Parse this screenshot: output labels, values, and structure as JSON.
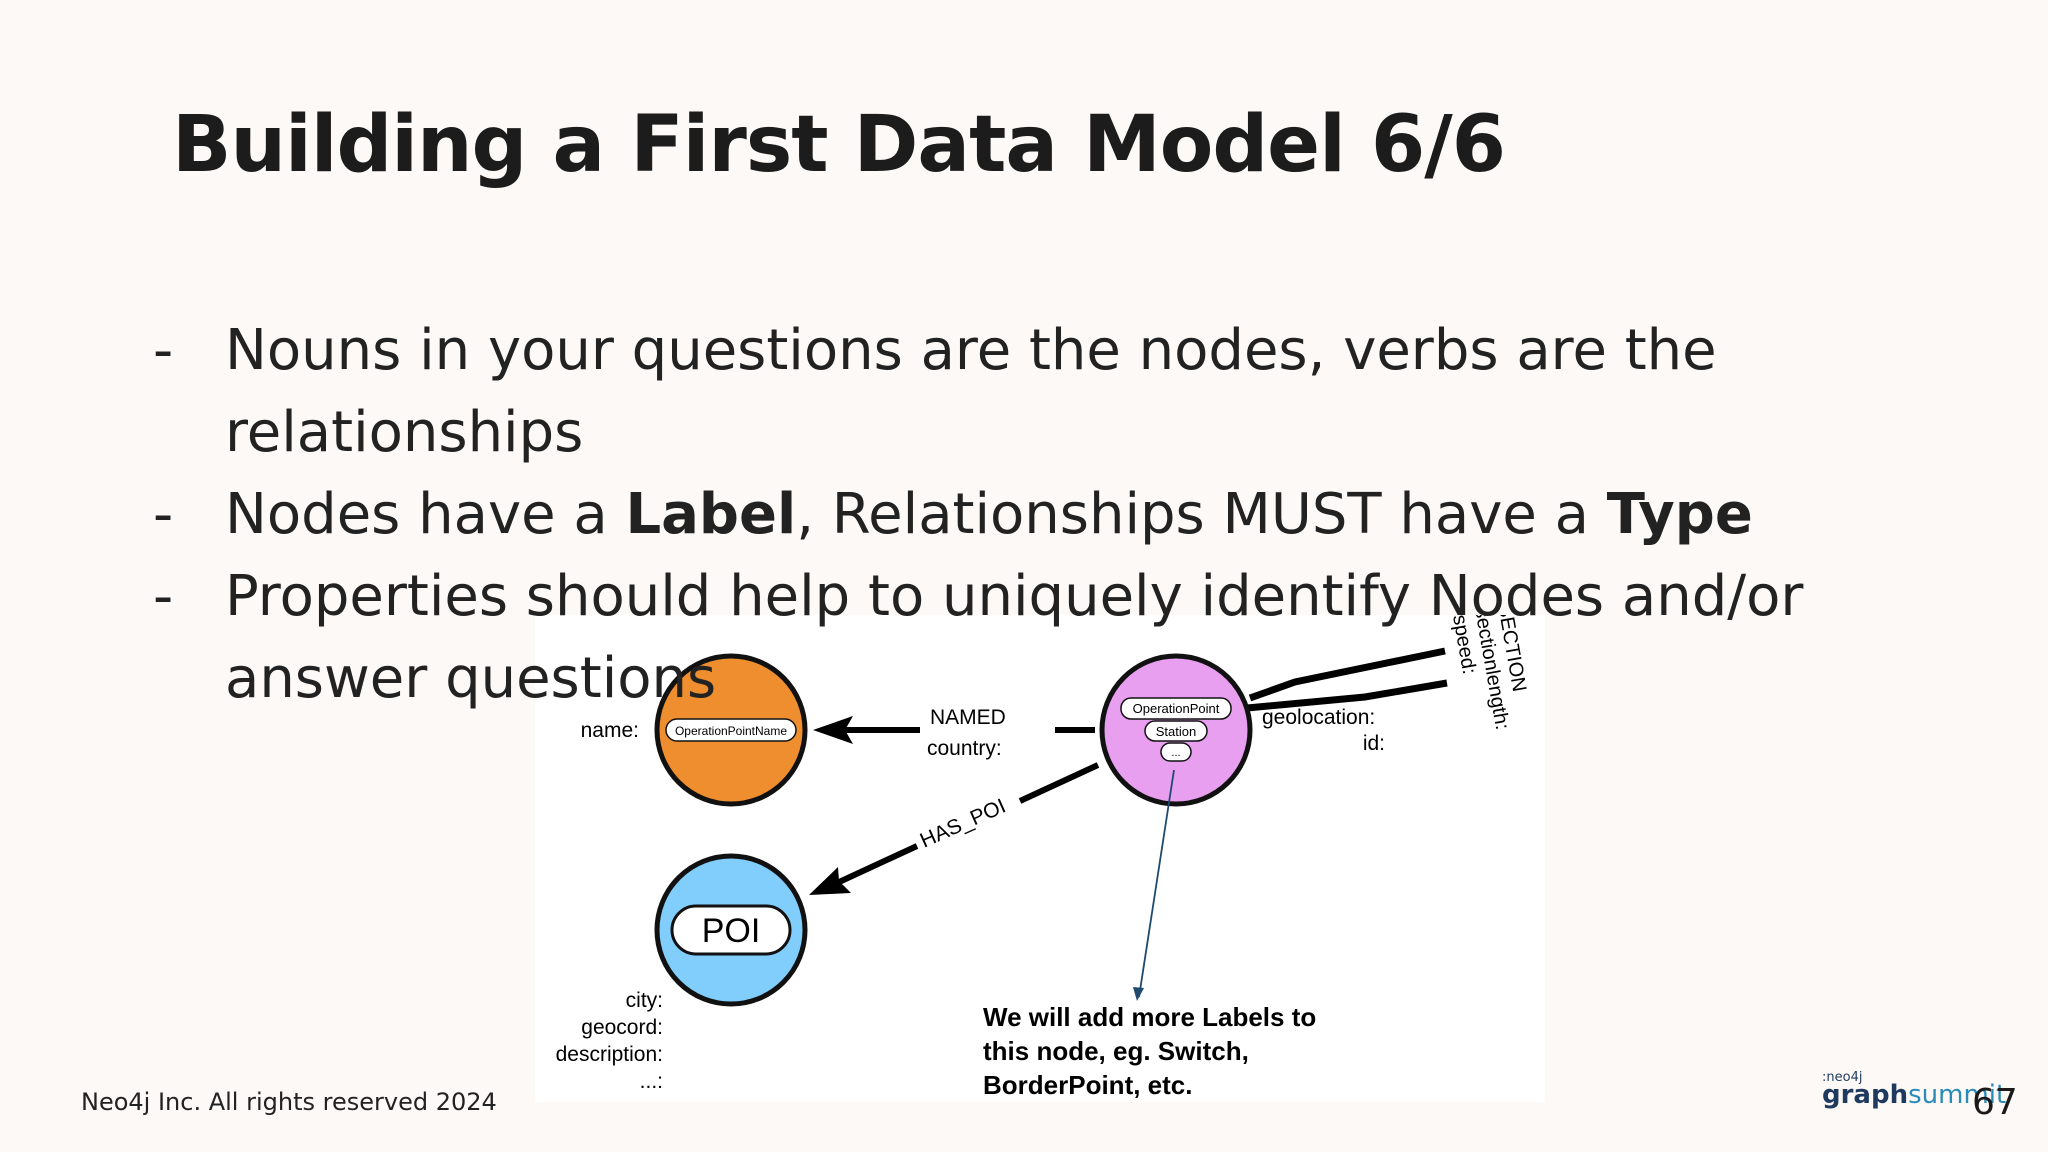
{
  "slide": {
    "title": "Building a First Data Model 6/6",
    "bullets": [
      {
        "marker": "-",
        "line1": "Nouns in your questions are the nodes, verbs are the",
        "line2": "relationships"
      },
      {
        "marker": "-",
        "pre": "Nodes have a ",
        "bold1": "Label",
        "mid": ", Relationships MUST have a ",
        "bold2": "Type"
      },
      {
        "marker": "-",
        "line1": "Properties should help to uniquely identify Nodes and/or",
        "line2": "answer questions"
      }
    ],
    "footer": "Neo4j Inc. All rights reserved 2024",
    "page_number": "67",
    "logo": {
      "small": ":neo4j",
      "graph": "graph",
      "summit": "summit"
    }
  },
  "diagram": {
    "nodes": {
      "operation_point_name": {
        "label": "OperationPointName",
        "property": "name:",
        "color": "#ee8e2e"
      },
      "operation_point": {
        "labels": [
          "OperationPoint",
          "Station",
          "..."
        ],
        "properties": [
          "geolocation:",
          "id:"
        ],
        "color": "#e99ff0"
      },
      "poi": {
        "label": "POI",
        "properties": [
          "city:",
          "geocord:",
          "description:",
          "...:"
        ],
        "color": "#81cdfb"
      }
    },
    "relationships": {
      "named": {
        "type": "NAMED",
        "property": "country:"
      },
      "has_poi": {
        "type": "HAS_POI"
      },
      "section": {
        "type": "SECTION",
        "properties": [
          "sectionlength:",
          "speed:"
        ]
      }
    },
    "annotation": {
      "lines": [
        "We will add more Labels to",
        "this node, eg. Switch,",
        "BorderPoint, etc."
      ]
    }
  }
}
